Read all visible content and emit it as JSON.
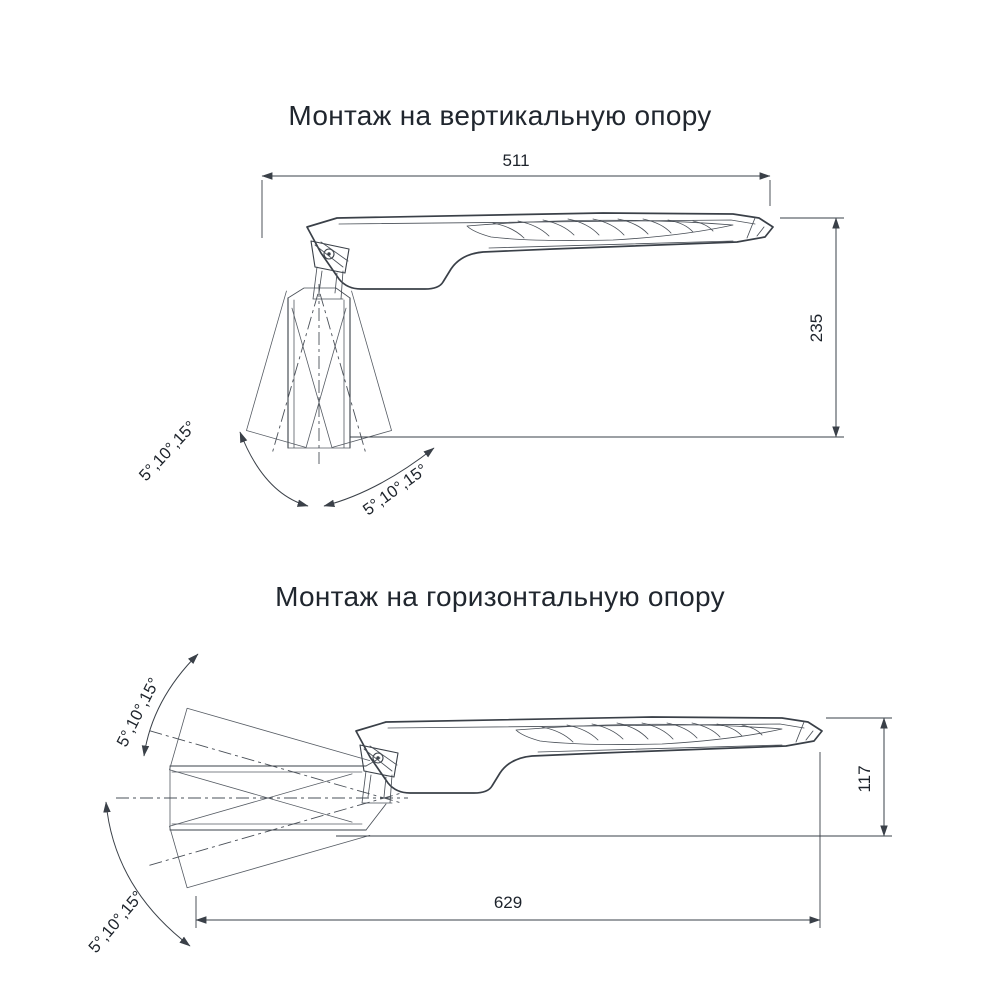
{
  "page": {
    "background": "#ffffff",
    "line_color": "#3a4048",
    "text_color": "#1d232b"
  },
  "vertical_mount": {
    "title": "Монтаж на вертикальную опору",
    "width_label": "511",
    "height_label": "235",
    "tilt_label_left": "5°,10°,15°",
    "tilt_label_right": "5°,10°,15°"
  },
  "horizontal_mount": {
    "title": "Монтаж на горизонтальную опору",
    "length_label": "629",
    "height_label": "117",
    "tilt_label_upper": "5°,10°,15°",
    "tilt_label_lower": "5°,10°,15°"
  }
}
